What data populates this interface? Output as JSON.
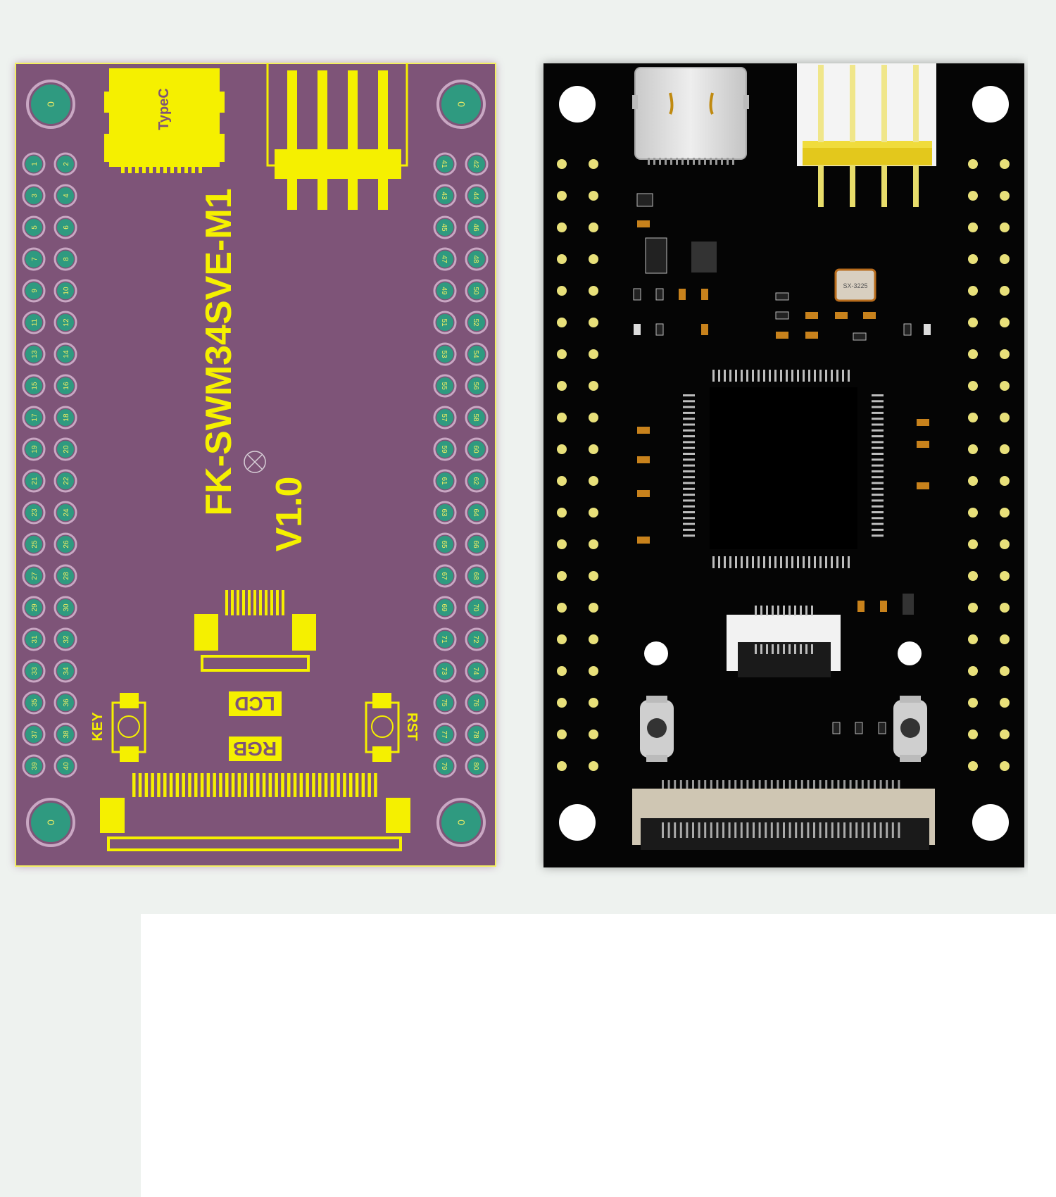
{
  "layout_view": {
    "silk": {
      "typec_label": "TypeC",
      "board_name": "FK-SWM34SVE-M1",
      "version": "V1.0",
      "key_label": "KEY",
      "rst_label": "RST",
      "lcd_label": "LCD",
      "rgb_label": "RGB",
      "mount_hole_label": "0"
    },
    "left_header": {
      "col_a": [
        "1",
        "3",
        "5",
        "7",
        "9",
        "11",
        "13",
        "15",
        "17",
        "19",
        "21",
        "23",
        "25",
        "27",
        "29",
        "31",
        "33",
        "35",
        "37",
        "39"
      ],
      "col_b": [
        "2",
        "4",
        "6",
        "8",
        "10",
        "12",
        "14",
        "16",
        "18",
        "20",
        "22",
        "24",
        "26",
        "28",
        "30",
        "32",
        "34",
        "36",
        "38",
        "40"
      ]
    },
    "right_header": {
      "col_a": [
        "41",
        "43",
        "45",
        "47",
        "49",
        "51",
        "53",
        "55",
        "57",
        "59",
        "61",
        "63",
        "65",
        "67",
        "69",
        "71",
        "73",
        "75",
        "77",
        "79"
      ],
      "col_b": [
        "42",
        "44",
        "46",
        "48",
        "50",
        "52",
        "54",
        "56",
        "58",
        "60",
        "62",
        "64",
        "66",
        "68",
        "70",
        "72",
        "74",
        "76",
        "78",
        "80"
      ]
    },
    "colors": {
      "board": "#7e5478",
      "silk": "#f5f000",
      "pad": "#2f9a80",
      "outline": "#f3ef62"
    }
  },
  "render_view": {
    "crystal_label": "SX-3225",
    "colors": {
      "board": "#050505",
      "pin": "#e8e07a",
      "hole": "#ffffff",
      "header_plastic": "#e3c81c"
    }
  }
}
